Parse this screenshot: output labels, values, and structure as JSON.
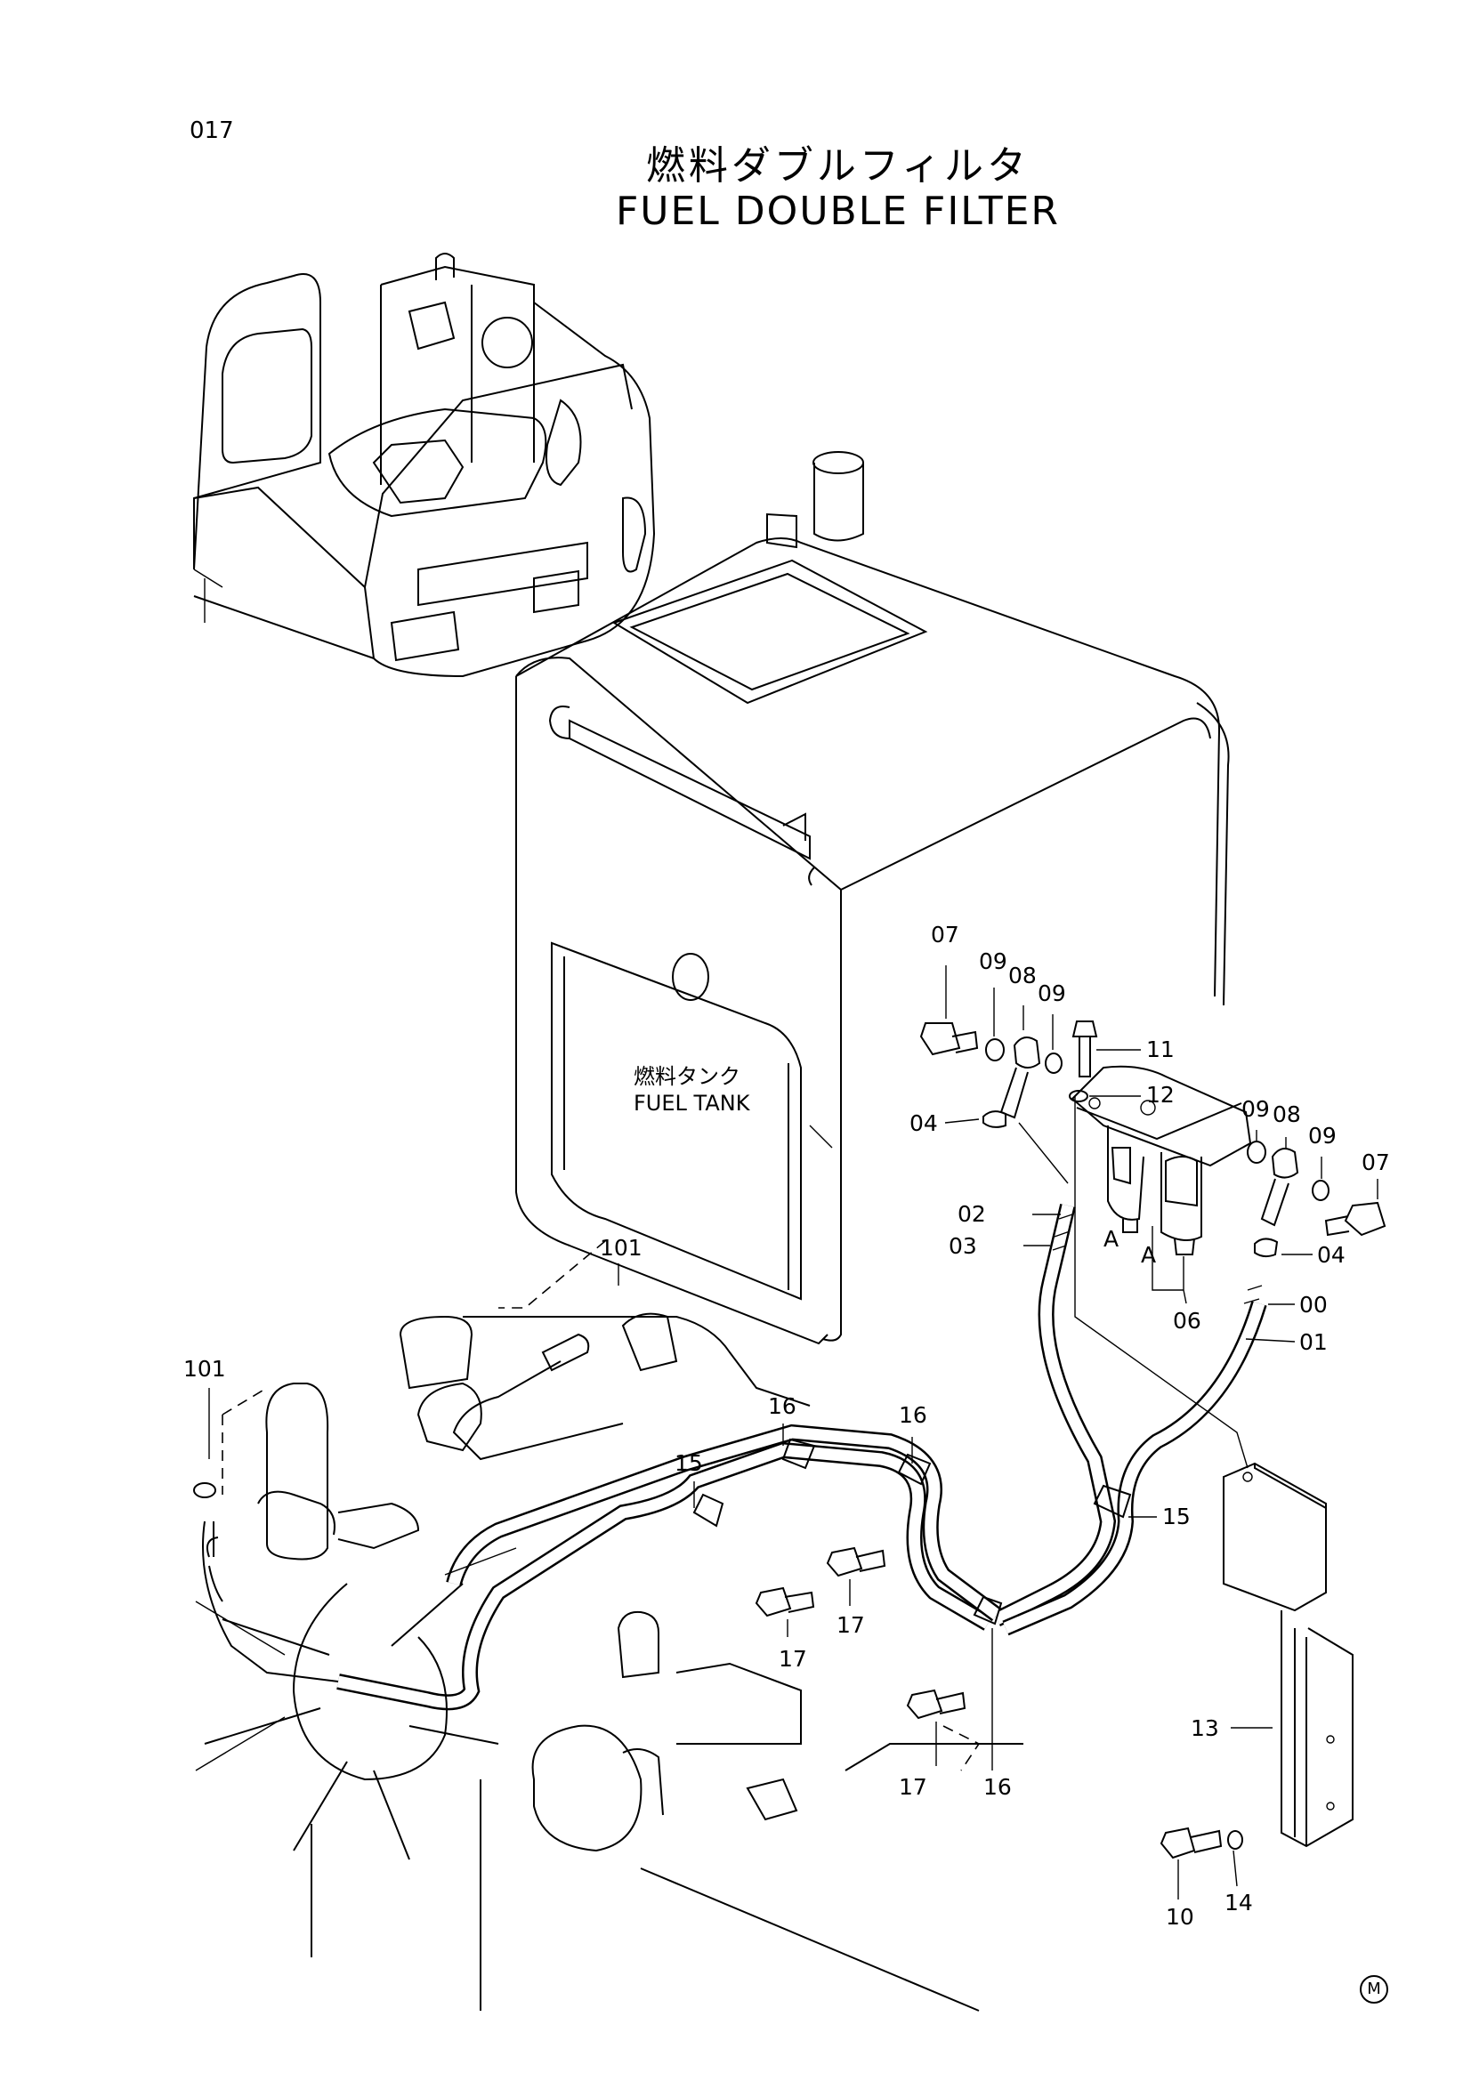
{
  "page": {
    "number": "017"
  },
  "title": {
    "japanese": "燃料ダブルフィルタ",
    "english": "FUEL DOUBLE FILTER"
  },
  "fuel_tank": {
    "japanese": "燃料タンク",
    "english": "FUEL TANK"
  },
  "callouts": [
    {
      "key": "p07a",
      "label": "07"
    },
    {
      "key": "p09a",
      "label": "09"
    },
    {
      "key": "p08a",
      "label": "08"
    },
    {
      "key": "p09b",
      "label": "09"
    },
    {
      "key": "p11",
      "label": "11"
    },
    {
      "key": "p12",
      "label": "12"
    },
    {
      "key": "p04a",
      "label": "04"
    },
    {
      "key": "p09c",
      "label": "09"
    },
    {
      "key": "p08b",
      "label": "08"
    },
    {
      "key": "p09d",
      "label": "09"
    },
    {
      "key": "p07b",
      "label": "07"
    },
    {
      "key": "p02",
      "label": "02"
    },
    {
      "key": "p03",
      "label": "03"
    },
    {
      "key": "pAa",
      "label": "A"
    },
    {
      "key": "pAb",
      "label": "A"
    },
    {
      "key": "p04b",
      "label": "04"
    },
    {
      "key": "p00",
      "label": "00"
    },
    {
      "key": "p01",
      "label": "01"
    },
    {
      "key": "p06",
      "label": "06"
    },
    {
      "key": "p101a",
      "label": "101"
    },
    {
      "key": "p101b",
      "label": "101"
    },
    {
      "key": "p16a",
      "label": "16"
    },
    {
      "key": "p16b",
      "label": "16"
    },
    {
      "key": "p15a",
      "label": "15"
    },
    {
      "key": "p15b",
      "label": "15"
    },
    {
      "key": "p17a",
      "label": "17"
    },
    {
      "key": "p17b",
      "label": "17"
    },
    {
      "key": "p17c",
      "label": "17"
    },
    {
      "key": "p16c",
      "label": "16"
    },
    {
      "key": "p13",
      "label": "13"
    },
    {
      "key": "p10",
      "label": "10"
    },
    {
      "key": "p14",
      "label": "14"
    }
  ],
  "corner_mark": "M"
}
